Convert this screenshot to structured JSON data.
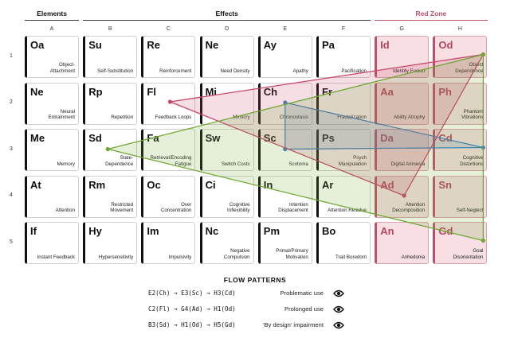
{
  "groups": [
    {
      "label": "Elements"
    },
    {
      "label": "Effects"
    },
    {
      "label": "Red Zone",
      "color": "#c0506a"
    }
  ],
  "columns": [
    "A",
    "B",
    "C",
    "D",
    "E",
    "F",
    "G",
    "H"
  ],
  "rows": [
    "1",
    "2",
    "3",
    "4",
    "5"
  ],
  "red_zone_color": "#c0506a",
  "cells": [
    [
      {
        "sym": "Oa",
        "name": "Object-\nAttachment"
      },
      {
        "sym": "Su",
        "name": "Self-Substitution"
      },
      {
        "sym": "Re",
        "name": "Reinforcement"
      },
      {
        "sym": "Ne",
        "name": "Need Density"
      },
      {
        "sym": "Ay",
        "name": "Apathy"
      },
      {
        "sym": "Pa",
        "name": "Pacification"
      },
      {
        "sym": "Id",
        "name": "Identity Fusion"
      },
      {
        "sym": "Od",
        "name": "Object\nDependence"
      }
    ],
    [
      {
        "sym": "Ne",
        "name": "Neural\nEntrainment"
      },
      {
        "sym": "Rp",
        "name": "Repetition"
      },
      {
        "sym": "Fl",
        "name": "Feedback Loops"
      },
      {
        "sym": "Mi",
        "name": "Mimicry"
      },
      {
        "sym": "Ch",
        "name": "Chronostasis"
      },
      {
        "sym": "Fr",
        "name": "Fractalization"
      },
      {
        "sym": "Aa",
        "name": "Ability Atrophy"
      },
      {
        "sym": "Ph",
        "name": "Phantom\nVibrations"
      }
    ],
    [
      {
        "sym": "Me",
        "name": "Memory"
      },
      {
        "sym": "Sd",
        "name": "State-\nDependence"
      },
      {
        "sym": "Fa",
        "name": "Retrieval/Encoding\nFatigue"
      },
      {
        "sym": "Sw",
        "name": "Switch Costs"
      },
      {
        "sym": "Sc",
        "name": "Scotoma"
      },
      {
        "sym": "Ps",
        "name": "Psych\nManipulation"
      },
      {
        "sym": "Da",
        "name": "Digital Amnesia"
      },
      {
        "sym": "Cd",
        "name": "Cognitive\nDistortions"
      }
    ],
    [
      {
        "sym": "At",
        "name": "Attention"
      },
      {
        "sym": "Rm",
        "name": "Restricted\nMovement"
      },
      {
        "sym": "Oc",
        "name": "Over\nConcentration"
      },
      {
        "sym": "Ci",
        "name": "Cognitive\nInflexibility"
      },
      {
        "sym": "In",
        "name": "Intention\nDisplacement"
      },
      {
        "sym": "Ar",
        "name": "Attention Residue"
      },
      {
        "sym": "Ad",
        "name": "Attention\nDecomposition"
      },
      {
        "sym": "Sn",
        "name": "Self-Neglect"
      }
    ],
    [
      {
        "sym": "If",
        "name": "Instant Feedback"
      },
      {
        "sym": "Hy",
        "name": "Hypersensitivity"
      },
      {
        "sym": "Im",
        "name": "Impulsivity"
      },
      {
        "sym": "Nc",
        "name": "Negative\nCompulsion"
      },
      {
        "sym": "Pm",
        "name": "Primal/Primary\nMotivation"
      },
      {
        "sym": "Bo",
        "name": "Trait Boredom"
      },
      {
        "sym": "An",
        "name": "Anhedonia"
      },
      {
        "sym": "Gd",
        "name": "Goal\nDisorientation"
      }
    ]
  ],
  "flow_title": "FLOW PATTERNS",
  "flows": [
    {
      "sequence": "E2(Ch) → E3(Sc) → H3(Cd)",
      "name": "Problematic use",
      "color": "#3b82c4",
      "path": [
        {
          "col": 4,
          "row": 1
        },
        {
          "col": 4,
          "row": 2
        },
        {
          "col": 7,
          "row": 2
        },
        {
          "col": 4,
          "row": 1
        }
      ]
    },
    {
      "sequence": "C2(Fl) → G4(Ad) → H1(Od)",
      "name": "Prolonged use",
      "color": "#c9466a",
      "path": [
        {
          "col": 2,
          "row": 1
        },
        {
          "col": 6,
          "row": 3
        },
        {
          "col": 7,
          "row": 0
        },
        {
          "col": 2,
          "row": 1
        }
      ]
    },
    {
      "sequence": "B3(Sd) → H1(Od) → H5(Gd)",
      "name": "'By design' impairment",
      "color": "#6ea832",
      "path": [
        {
          "col": 1,
          "row": 2
        },
        {
          "col": 7,
          "row": 0
        },
        {
          "col": 7,
          "row": 4
        },
        {
          "col": 1,
          "row": 2
        }
      ]
    }
  ]
}
